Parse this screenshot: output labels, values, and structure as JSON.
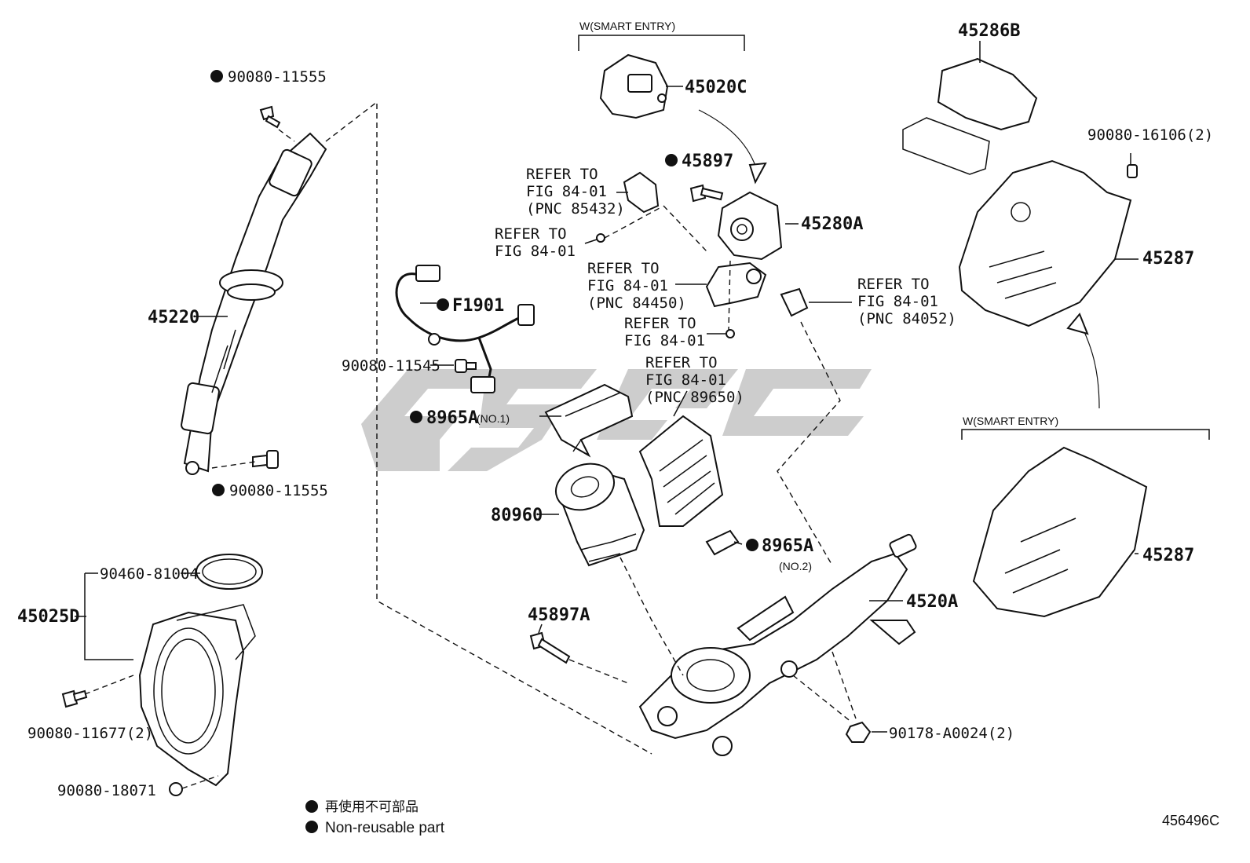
{
  "legend": {
    "jp": "再使用不可部品",
    "en": "Non-reusable part"
  },
  "figure_code": "456496C",
  "watermark_text": "GSGC",
  "labels": {
    "p90080_11555_top": "90080-11555",
    "p45220": "45220",
    "p90080_11555_bottom": "90080-11555",
    "p90460_81004": "90460-81004",
    "p45025D": "45025D",
    "p90080_11677": "90080-11677(2)",
    "p90080_18071": "90080-18071",
    "smart_entry_top": "W(SMART ENTRY)",
    "p45020C": "45020C",
    "p45897": "45897",
    "refer1_a": "REFER TO",
    "refer1_b": "FIG 84-01",
    "refer1_c": "(PNC 85432)",
    "refer2_a": "REFER TO",
    "refer2_b": "FIG 84-01",
    "p45280A": "45280A",
    "refer3_a": "REFER TO",
    "refer3_b": "FIG 84-01",
    "refer3_c": "(PNC 84450)",
    "refer4_a": "REFER TO",
    "refer4_b": "FIG 84-01",
    "refer5_a": "REFER TO",
    "refer5_b": "FIG 84-01",
    "refer5_c": "(PNC 89650)",
    "refer6_a": "REFER TO",
    "refer6_b": "FIG 84-01",
    "refer6_c": "(PNC 84052)",
    "pF1901": "F1901",
    "p90080_11545": "90080-11545",
    "p8965A_1": "8965A",
    "no1": "(NO.1)",
    "p80960": "80960",
    "p8965A_2": "8965A",
    "no2": "(NO.2)",
    "p45897A": "45897A",
    "p4520A": "4520A",
    "p90178": "90178-A0024(2)",
    "p45286B": "45286B",
    "p90080_16106": "90080-16106(2)",
    "p45287_top": "45287",
    "smart_entry_right": "W(SMART ENTRY)",
    "p45287_bottom": "45287"
  }
}
